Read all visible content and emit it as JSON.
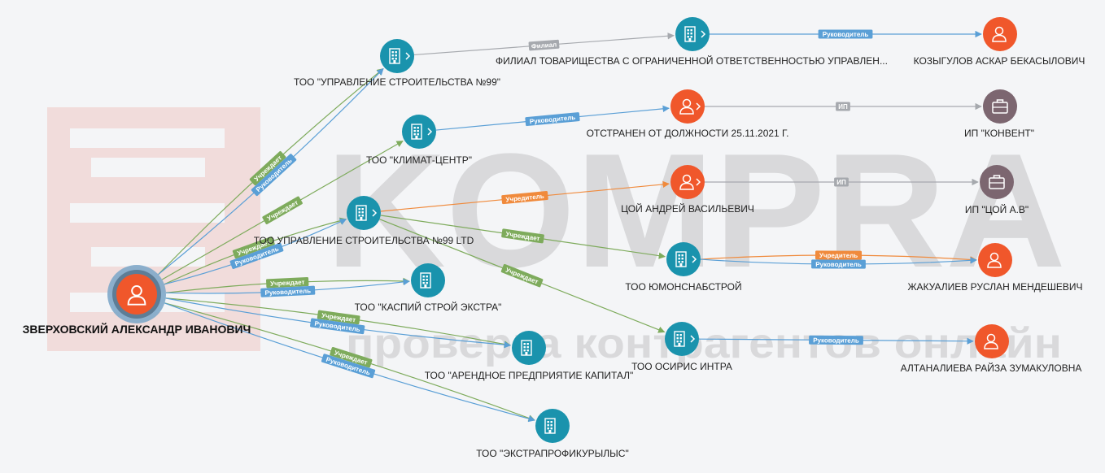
{
  "watermark": {
    "brand": "KOMPRA",
    "tagline": "проверка контрагентов онлайн"
  },
  "colors": {
    "company": "#1a93ad",
    "person": "#f0572b",
    "ip": "#7c6670",
    "edge_uchredit": "#7eab5c",
    "edge_rukovod": "#5a9fd6",
    "edge_filial": "#a6a9ae",
    "edge_uchred_person": "#f08a3c",
    "edge_ip": "#a6a9ae"
  },
  "nodes": [
    {
      "id": "root",
      "type": "person",
      "root": true,
      "label": "ЗВЕРХОВСКИЙ АЛЕКСАНДР ИВАНОВИЧ"
    },
    {
      "id": "c99",
      "type": "company",
      "label": "ТОО \"УПРАВЛЕНИЕ СТРОИТЕЛЬСТВА №99\""
    },
    {
      "id": "filial",
      "type": "company",
      "label": "ФИЛИАЛ ТОВАРИЩЕСТВА С ОГРАНИЧЕННОЙ ОТВЕТСТВЕННОСТЬЮ УПРАВЛЕН..."
    },
    {
      "id": "kozygulov",
      "type": "person",
      "label": "КОЗЫГУЛОВ АСКАР БЕКАСЫЛОВИЧ"
    },
    {
      "id": "klimat",
      "type": "company",
      "label": "ТОО \"КЛИМАТ-ЦЕНТР\""
    },
    {
      "id": "otstranen",
      "type": "person",
      "label": "ОТСТРАНЕН ОТ ДОЛЖНОСТИ 25.11.2021 Г."
    },
    {
      "id": "konvent",
      "type": "ip",
      "label": "ИП \"КОНВЕНТ\""
    },
    {
      "id": "c99ltd",
      "type": "company",
      "label": "ТОО УПРАВЛЕНИЕ СТРОИТЕЛЬСТВА №99 LTD"
    },
    {
      "id": "tsoy",
      "type": "person",
      "label": "ЦОЙ АНДРЕЙ ВАСИЛЬЕВИЧ"
    },
    {
      "id": "iptsoy",
      "type": "ip",
      "label": "ИП \"ЦОЙ А.В\""
    },
    {
      "id": "yumon",
      "type": "company",
      "label": "ТОО ЮМОНСНАБСТРОЙ"
    },
    {
      "id": "zhakual",
      "type": "person",
      "label": "ЖАКУАЛИЕВ РУСЛАН МЕНДЕШЕВИЧ"
    },
    {
      "id": "kaspiy",
      "type": "company",
      "label": "ТОО \"КАСПИЙ СТРОЙ ЭКСТРА\""
    },
    {
      "id": "osiris",
      "type": "company",
      "label": "ТОО ОСИРИС ИНТРА"
    },
    {
      "id": "altan",
      "type": "person",
      "label": "АЛТАНАЛИЕВА РАЙЗА ЗУМАКУЛОВНА"
    },
    {
      "id": "arend",
      "type": "company",
      "label": "ТОО \"АРЕНДНОЕ ПРЕДПРИЯТИЕ КАПИТАЛ\""
    },
    {
      "id": "ekstra",
      "type": "company",
      "label": "ТОО \"ЭКСТРАПРОФИКУРЫЛЫС\""
    }
  ],
  "edges": [
    {
      "from": "root",
      "to": "c99",
      "label": "Учреждает",
      "kind": "uchredit"
    },
    {
      "from": "root",
      "to": "c99",
      "label": "Руководитель",
      "kind": "rukovod"
    },
    {
      "from": "root",
      "to": "klimat",
      "label": "Учреждает",
      "kind": "uchredit"
    },
    {
      "from": "root",
      "to": "c99ltd",
      "label": "Учреждает",
      "kind": "uchredit"
    },
    {
      "from": "root",
      "to": "c99ltd",
      "label": "Руководитель",
      "kind": "rukovod"
    },
    {
      "from": "root",
      "to": "kaspiy",
      "label": "Учреждает",
      "kind": "uchredit"
    },
    {
      "from": "root",
      "to": "kaspiy",
      "label": "Руководитель",
      "kind": "rukovod"
    },
    {
      "from": "root",
      "to": "arend",
      "label": "Учреждает",
      "kind": "uchredit"
    },
    {
      "from": "root",
      "to": "arend",
      "label": "Руководитель",
      "kind": "rukovod"
    },
    {
      "from": "root",
      "to": "ekstra",
      "label": "Учреждает",
      "kind": "uchredit"
    },
    {
      "from": "root",
      "to": "ekstra",
      "label": "Руководитель",
      "kind": "rukovod"
    },
    {
      "from": "c99",
      "to": "filial",
      "label": "Филиал",
      "kind": "filial"
    },
    {
      "from": "filial",
      "to": "kozygulov",
      "label": "Руководитель",
      "kind": "rukovod"
    },
    {
      "from": "klimat",
      "to": "otstranen",
      "label": "Руководитель",
      "kind": "rukovod"
    },
    {
      "from": "otstranen",
      "to": "konvent",
      "label": "ИП",
      "kind": "ip"
    },
    {
      "from": "c99ltd",
      "to": "tsoy",
      "label": "Учредитель",
      "kind": "uchred_person"
    },
    {
      "from": "tsoy",
      "to": "iptsoy",
      "label": "ИП",
      "kind": "ip"
    },
    {
      "from": "c99ltd",
      "to": "yumon",
      "label": "Учреждает",
      "kind": "uchredit"
    },
    {
      "from": "c99ltd",
      "to": "osiris",
      "label": "Учреждает",
      "kind": "uchredit"
    },
    {
      "from": "yumon",
      "to": "zhakual",
      "label": "Учредитель",
      "kind": "uchred_person"
    },
    {
      "from": "yumon",
      "to": "zhakual",
      "label": "Руководитель",
      "kind": "rukovod"
    },
    {
      "from": "osiris",
      "to": "altan",
      "label": "Руководитель",
      "kind": "rukovod"
    }
  ]
}
